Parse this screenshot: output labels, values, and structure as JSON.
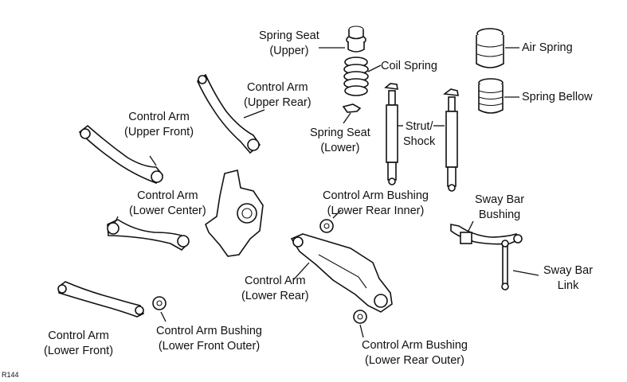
{
  "labels": {
    "spring_seat_upper": [
      "Spring Seat",
      "(Upper)"
    ],
    "coil_spring": [
      "Coil Spring"
    ],
    "air_spring": [
      "Air Spring"
    ],
    "spring_bellow": [
      "Spring Bellow"
    ],
    "control_arm_upper_rear": [
      "Control Arm",
      "(Upper Rear)"
    ],
    "control_arm_upper_front": [
      "Control Arm",
      "(Upper Front)"
    ],
    "spring_seat_lower": [
      "Spring Seat",
      "(Lower)"
    ],
    "strut_shock": [
      "Strut/",
      "Shock"
    ],
    "control_arm_lower_center": [
      "Control Arm",
      "(Lower Center)"
    ],
    "control_arm_bushing_lower_rear_inner": [
      "Control Arm Bushing",
      "(Lower Rear Inner)"
    ],
    "sway_bar_bushing": [
      "Sway Bar",
      "Bushing"
    ],
    "sway_bar_link": [
      "Sway Bar",
      "Link"
    ],
    "control_arm_lower_rear": [
      "Control Arm",
      "(Lower Rear)"
    ],
    "control_arm_lower_front": [
      "Control Arm",
      "(Lower Front)"
    ],
    "control_arm_bushing_lower_front_outer": [
      "Control Arm Bushing",
      "(Lower Front Outer)"
    ],
    "control_arm_bushing_lower_rear_outer": [
      "Control Arm Bushing",
      "(Lower Rear Outer)"
    ]
  },
  "reference_code": "R144"
}
